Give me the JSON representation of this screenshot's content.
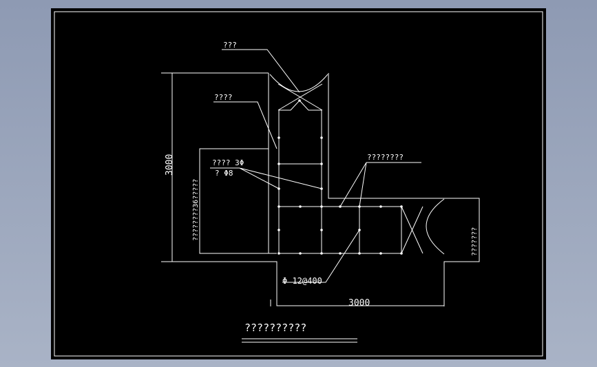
{
  "colors": {
    "background": "#000000",
    "lines": "#ffffff",
    "window": "#9aa5bd"
  },
  "labels": {
    "top_callout": "???",
    "upper_callout": "????",
    "mid_callout_1": "???? 3Φ",
    "mid_callout_2": "? Φ8",
    "right_callout": "????????",
    "left_vertical_note": "????????36?????",
    "right_vertical_note": "???????",
    "rebar_note": "Φ 12@400",
    "dim_vertical": "3000",
    "dim_horizontal": "3000",
    "drawing_title": "??????????"
  }
}
